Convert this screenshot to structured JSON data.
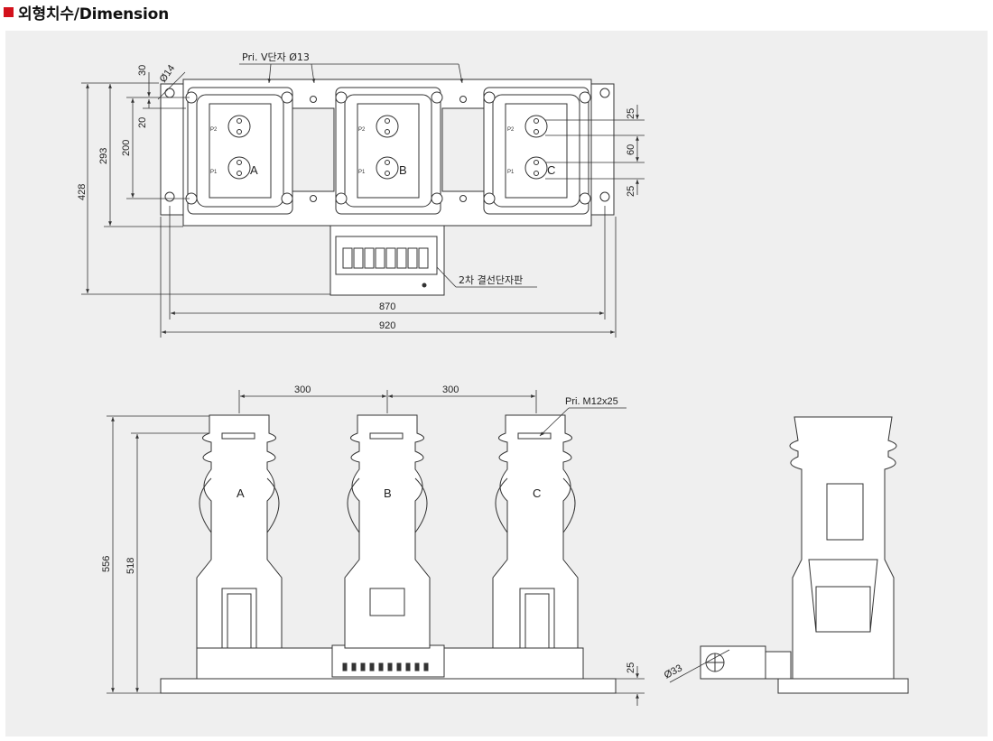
{
  "header": {
    "title": "외형치수/Dimension"
  },
  "top_view": {
    "label_pri_terminal": "Pri. V단자 Ø13",
    "label_hole": "Ø14",
    "label_secondary": "2차 결선단자판",
    "dims": {
      "d30": "30",
      "d20": "20",
      "d200": "200",
      "d293": "293",
      "d428": "428",
      "d25a": "25",
      "d60": "60",
      "d25b": "25",
      "d870": "870",
      "d920": "920"
    },
    "phases": [
      "A",
      "B",
      "C"
    ],
    "p2": "P2",
    "p1": "P1"
  },
  "front_view": {
    "label_bolt": "Pri. M12x25",
    "dims": {
      "s300a": "300",
      "s300b": "300",
      "h556": "556",
      "h518": "518",
      "b25": "25"
    },
    "phases": [
      "A",
      "B",
      "C"
    ]
  },
  "side_view": {
    "label_dia": "Ø33"
  },
  "colors": {
    "accent": "#d3121c",
    "panel": "#efefef",
    "body": "#ffffff",
    "line": "#333333"
  }
}
